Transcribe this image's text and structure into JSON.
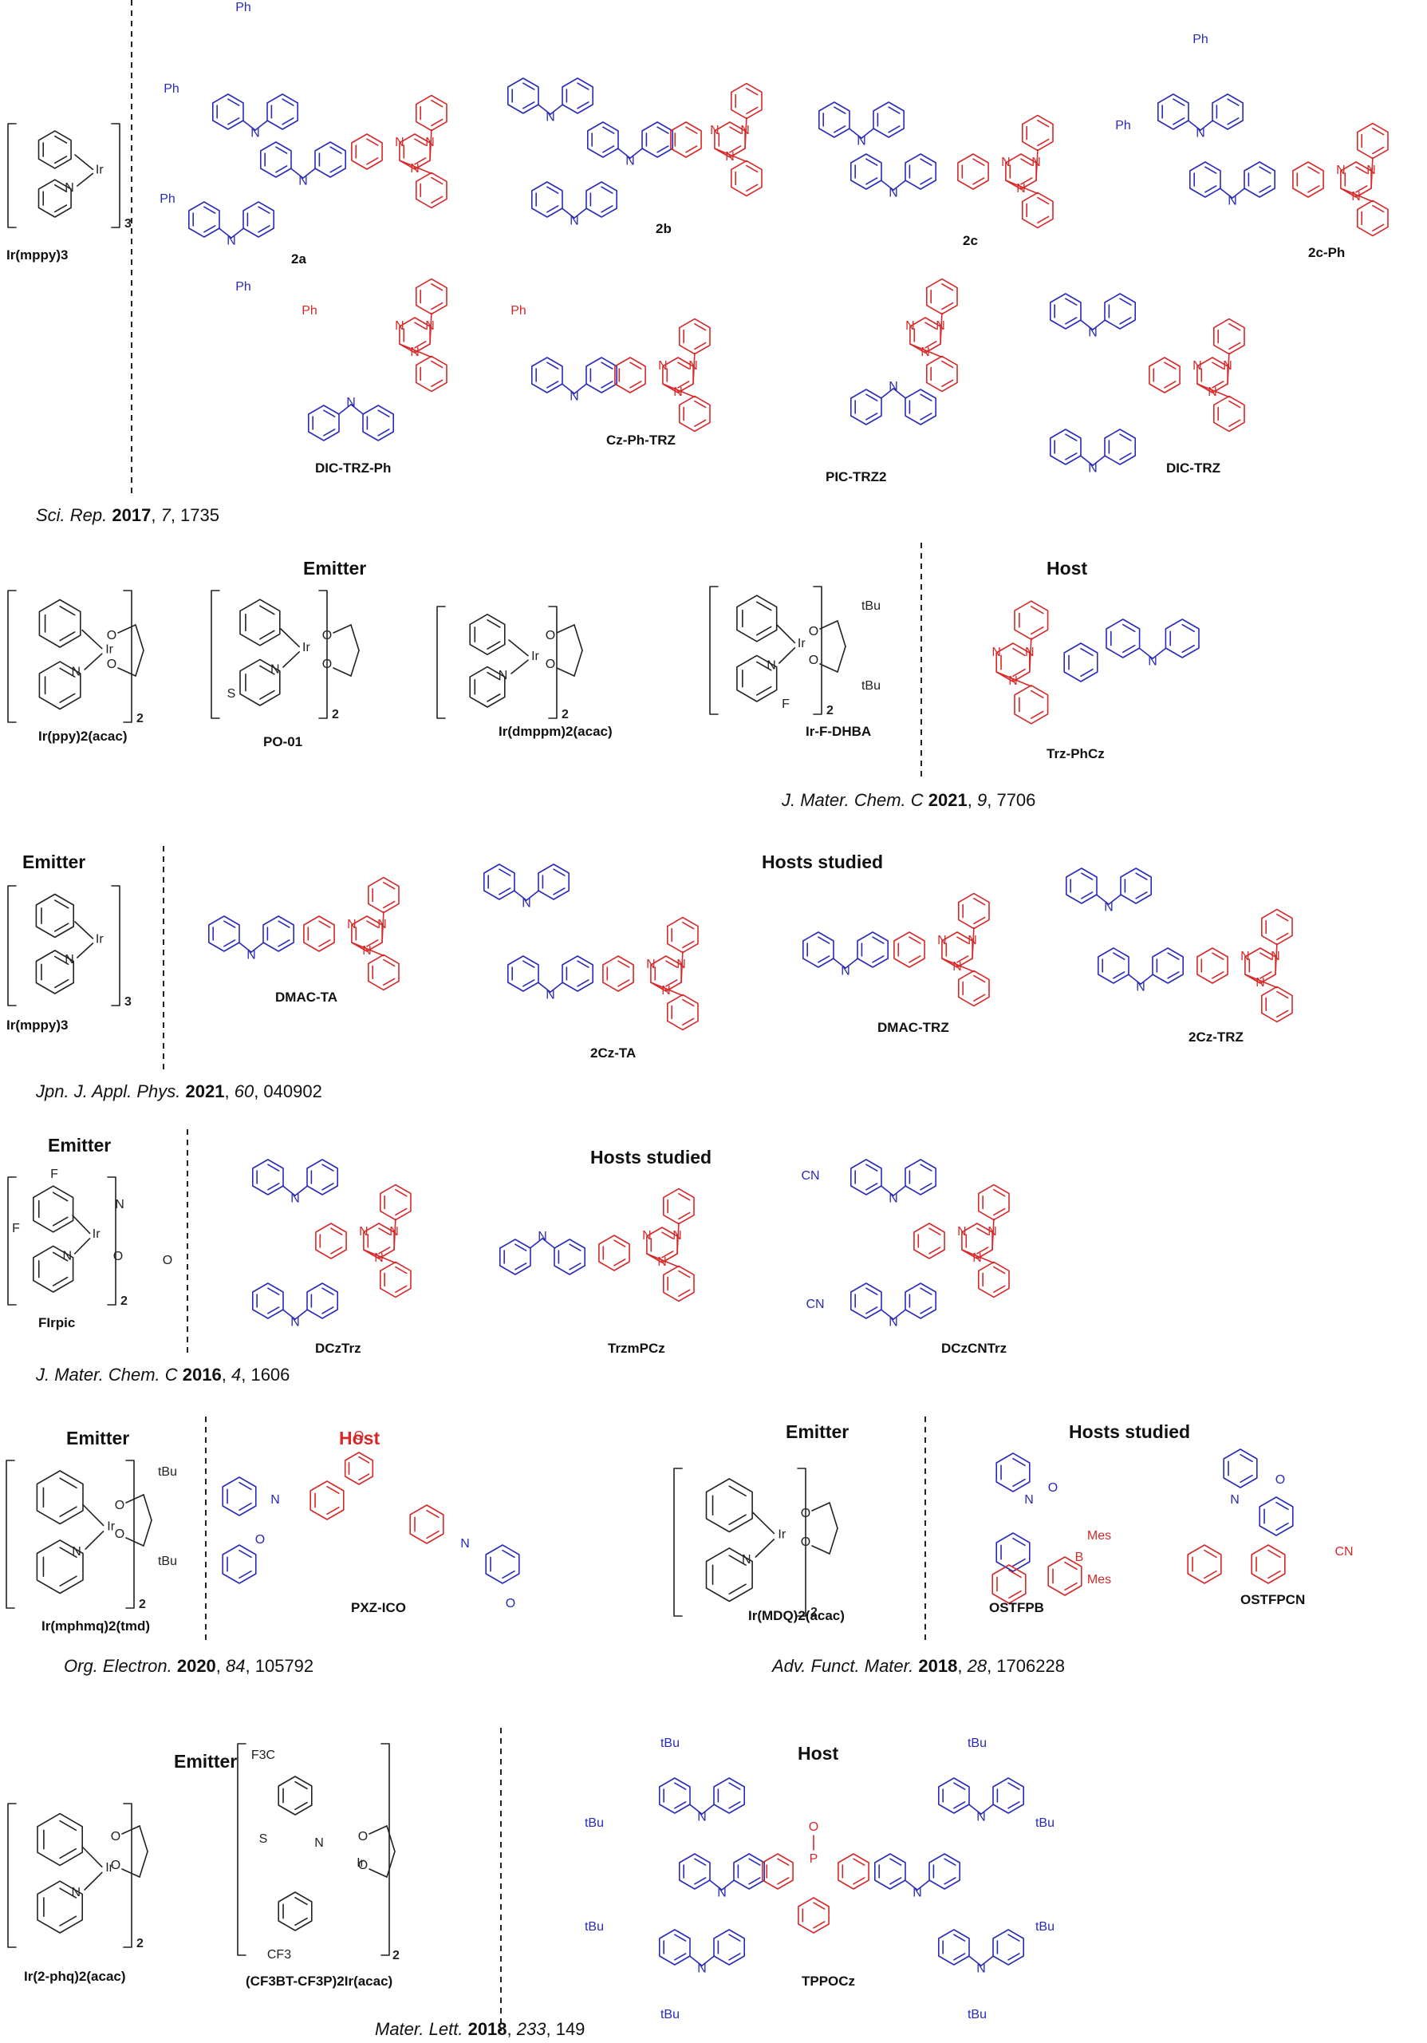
{
  "colors": {
    "donor": "#2a2ab8",
    "acceptor": "#d62828",
    "neutral": "#222222"
  },
  "section1": {
    "emitter": "Ir(mppy)3",
    "hosts": [
      "2a",
      "2b",
      "2c",
      "2c-Ph",
      "DIC-TRZ-Ph",
      "Cz-Ph-TRZ",
      "PIC-TRZ2",
      "DIC-TRZ"
    ],
    "ref": {
      "journal": "Sci. Rep.",
      "year": "2017",
      "volume": "7",
      "page": ", 1735"
    }
  },
  "section2": {
    "emitter_header": "Emitter",
    "host_header": "Host",
    "emitters": [
      "Ir(ppy)2(acac)",
      "PO-01",
      "Ir(dmppm)2(acac)",
      "Ir-F-DHBA"
    ],
    "host": "Trz-PhCz",
    "ref": {
      "journal": "J. Mater. Chem. C",
      "year": "2021",
      "volume": "9",
      "page": ", 7706"
    }
  },
  "section3": {
    "emitter_header": "Emitter",
    "host_header": "Hosts studied",
    "emitter": "Ir(mppy)3",
    "hosts": [
      "DMAC-TA",
      "2Cz-TA",
      "DMAC-TRZ",
      "2Cz-TRZ"
    ],
    "ref": {
      "journal": "Jpn. J. Appl. Phys.",
      "year": "2021",
      "volume": "60",
      "page": ", 040902"
    }
  },
  "section4": {
    "emitter_header": "Emitter",
    "host_header": "Hosts studied",
    "emitter": "FIrpic",
    "hosts": [
      "DCzTrz",
      "TrzmPCz",
      "DCzCNTrz"
    ],
    "ref": {
      "journal": "J. Mater. Chem. C",
      "year": "2016",
      "volume": "4",
      "page": ", 1606"
    }
  },
  "section5": {
    "emitter_header": "Emitter",
    "host_header": "Host",
    "emitter": "Ir(mphmq)2(tmd)",
    "host": "PXZ-ICO",
    "ref": {
      "journal": "Org. Electron.",
      "year": "2020",
      "volume": "84",
      "page": ", 105792"
    }
  },
  "section6": {
    "emitter_header": "Emitter",
    "host_header": "Hosts studied",
    "emitter": "Ir(MDQ)2(acac)",
    "hosts": [
      "OSTFPB",
      "OSTFPCN"
    ],
    "ref": {
      "journal": "Adv. Funct. Mater.",
      "year": "2018",
      "volume": "28",
      "page": ", 1706228"
    }
  },
  "section7": {
    "emitter_header": "Emitter",
    "host_header": "Host",
    "emitters": [
      "Ir(2-phq)2(acac)",
      "(CF3BT-CF3P)2Ir(acac)"
    ],
    "host": "TPPOCz",
    "ref": {
      "journal": "Mater. Lett.",
      "year": "2018",
      "volume": "233",
      "page": ", 149"
    }
  },
  "atoms": {
    "ph": "Ph",
    "n": "N",
    "ir": "Ir",
    "o": "O",
    "s": "S",
    "f": "F",
    "tbu": "tBu",
    "cn": "CN",
    "b": "B",
    "mes": "Mes",
    "p": "P",
    "cf3": "CF3",
    "f3c": "F3C",
    "count3": "3",
    "count2": "2"
  }
}
